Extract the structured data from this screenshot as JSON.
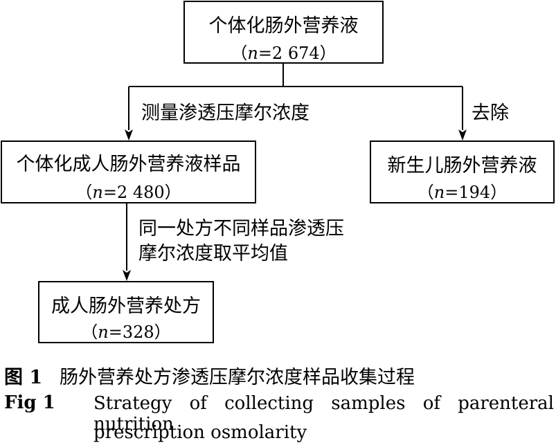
{
  "nodes": {
    "root": {
      "title": "个体化肠外营养液",
      "count_prefix": "（",
      "count_var": "n",
      "count_value": "=2 674）"
    },
    "adult_samples": {
      "title": "个体化成人肠外营养液样品",
      "count_prefix": "（",
      "count_var": "n",
      "count_value": "=2 480）"
    },
    "neonate": {
      "title": "新生儿肠外营养液",
      "count_prefix": "（",
      "count_var": "n",
      "count_value": "=194）"
    },
    "adult_prescriptions": {
      "title": "成人肠外营养处方",
      "count_prefix": "（",
      "count_var": "n",
      "count_value": "=328）"
    }
  },
  "edges": {
    "measure_label": "测量渗透压摩尔浓度",
    "remove_label": "去除",
    "average_label_line1": "同一处方不同样品渗透压",
    "average_label_line2": "摩尔浓度取平均值"
  },
  "caption": {
    "cn_number": "图 1",
    "cn_text": "肠外营养处方渗透压摩尔浓度样品收集过程",
    "en_number": "Fig 1",
    "en_text_line1": "Strategy of collecting samples of parenteral nutrition",
    "en_text_line2": "prescription osmolarity"
  },
  "colors": {
    "line": "#000000",
    "text": "#000000",
    "background": "#ffffff"
  }
}
